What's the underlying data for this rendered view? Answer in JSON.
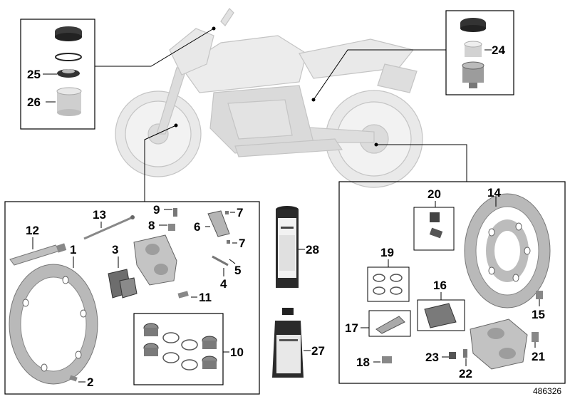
{
  "callouts": {
    "c1": "1",
    "c2": "2",
    "c3": "3",
    "c4": "4",
    "c5": "5",
    "c6": "6",
    "c7a": "7",
    "c7b": "7",
    "c8": "8",
    "c9": "9",
    "c10": "10",
    "c11": "11",
    "c12": "12",
    "c13": "13",
    "c14": "14",
    "c15": "15",
    "c16": "16",
    "c17": "17",
    "c18": "18",
    "c19": "19",
    "c20": "20",
    "c21": "21",
    "c22": "22",
    "c23": "23",
    "c24": "24",
    "c25": "25",
    "c26": "26",
    "c27": "27",
    "c28": "28"
  },
  "reference_number": "486326",
  "colors": {
    "frame": "#000000",
    "part_light": "#d6d6d6",
    "part_mid": "#a8a8a8",
    "part_dark": "#5a5a5a",
    "bike": "#e6e6e6",
    "bike_stroke": "#c4c4c4"
  }
}
